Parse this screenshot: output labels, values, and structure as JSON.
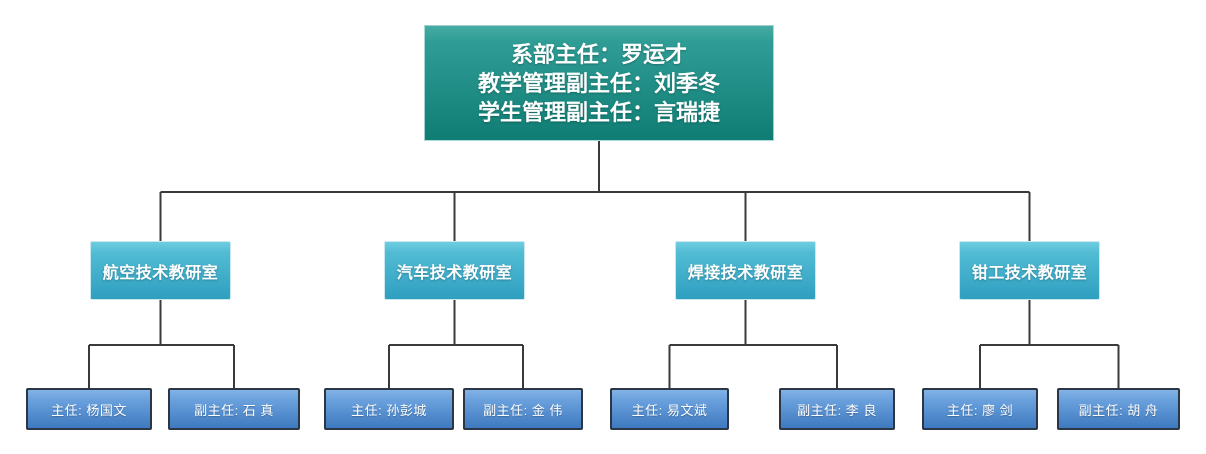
{
  "chart": {
    "type": "org-chart",
    "root": {
      "lines": {
        "0": "系部主任：罗运才",
        "1": "教学管理副主任：刘季冬",
        "2": "学生管理副主任：言瑞捷"
      }
    },
    "departments": [
      {
        "label": "航空技术教研室",
        "children": [
          {
            "label": "主任: 杨国文"
          },
          {
            "label": "副主任: 石 真"
          }
        ]
      },
      {
        "label": "汽车技术教研室",
        "children": [
          {
            "label": "主任: 孙彭城"
          },
          {
            "label": "副主任: 金 伟"
          }
        ]
      },
      {
        "label": "焊接技术教研室",
        "children": [
          {
            "label": "主任: 易文斌"
          },
          {
            "label": "副主任: 李 良"
          }
        ]
      },
      {
        "label": "钳工技术教研室",
        "children": [
          {
            "label": "主任: 廖 剑"
          },
          {
            "label": "副主任: 胡 舟"
          }
        ]
      }
    ],
    "colors": {
      "root_gradient_top": "#3FA69E",
      "root_gradient_bottom": "#0E7A72",
      "dept_gradient_top": "#63C8DE",
      "dept_gradient_bottom": "#2F9FC0",
      "leader_gradient_top": "#7DB0E4",
      "leader_gradient_bottom": "#3E7AC0",
      "leader_border": "#2C3644",
      "connector_line": "#3A3A3A",
      "text": "#FFFFFF",
      "background": "#FFFFFF"
    }
  }
}
